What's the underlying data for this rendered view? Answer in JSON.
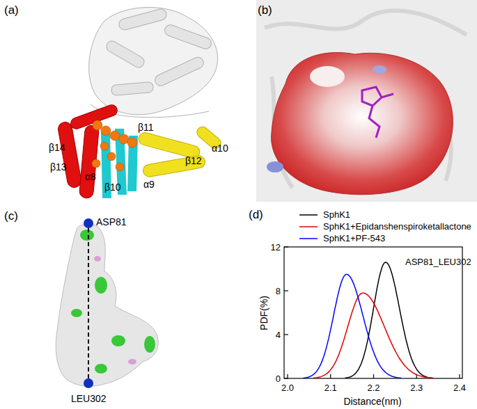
{
  "diagram": {
    "labels": [
      "(a)",
      "β14",
      "β11",
      "α10",
      "β13",
      "α8",
      "β10",
      "α9",
      "β12",
      "(b)",
      "(c)",
      "ASP81",
      "LEU302",
      "(d)",
      "12",
      "8",
      "4",
      "0",
      "PDF(%)",
      "ASP81_LEU302",
      "2.0",
      "2.1",
      "2.2",
      "2.3",
      "2.4",
      "Distance(nm)"
    ],
    "legend": [
      {
        "text": "SphK1"
      },
      {
        "text": "SphK1+Epidanshenspiroketallactone"
      },
      {
        "text": "SphK1+PF-543"
      }
    ]
  }
}
